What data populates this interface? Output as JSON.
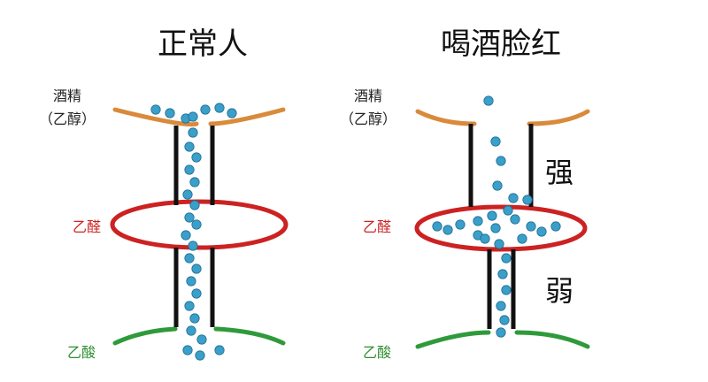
{
  "titles": {
    "normal": "正常人",
    "flush": "喝酒脸红"
  },
  "labels": {
    "alcohol_line1": "酒精",
    "alcohol_line2": "（乙醇）",
    "acetaldehyde": "乙醛",
    "acetic_acid": "乙酸"
  },
  "enzyme_strength": {
    "strong": "强",
    "weak": "弱"
  },
  "colors": {
    "ethanol": "#d98a3a",
    "acetaldehyde": "#cc2222",
    "acetic_acid": "#2f9a3a",
    "molecule": "#3a9fc9"
  }
}
